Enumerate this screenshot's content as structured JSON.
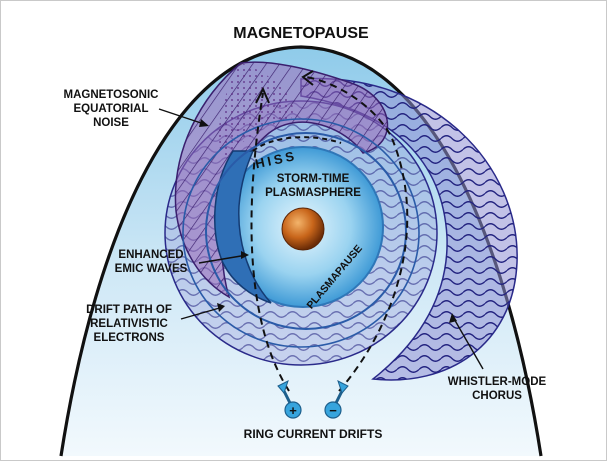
{
  "labels": {
    "magnetopause": "MAGNETOPAUSE",
    "magnetosonic": [
      "MAGNETOSONIC",
      "EQUATORIAL",
      "NOISE"
    ],
    "hiss": "HISS",
    "plasmasphere": [
      "STORM-TIME",
      "PLASMASPHERE"
    ],
    "emic": [
      "ENHANCED",
      "EMIC WAVES"
    ],
    "plasmapause": "PLASMAPAUSE",
    "drift_path": [
      "DRIFT PATH OF",
      "RELATIVISTIC",
      "ELECTRONS"
    ],
    "whistler": [
      "WHISTLER-MODE",
      "CHORUS"
    ],
    "ring_current": "RING CURRENT DRIFTS",
    "ion_sign": "+",
    "electron_sign": "−"
  },
  "colors": {
    "magnetosphere": "#cfe8f6",
    "plasmasphere": "#66b6e3",
    "earth": "#c8651a",
    "wave_fill": "#8f8fd4",
    "wave_line": "#1f1f7a",
    "magnetosonic_fill": "#9a6ab8",
    "particle": "#37a4dd"
  }
}
